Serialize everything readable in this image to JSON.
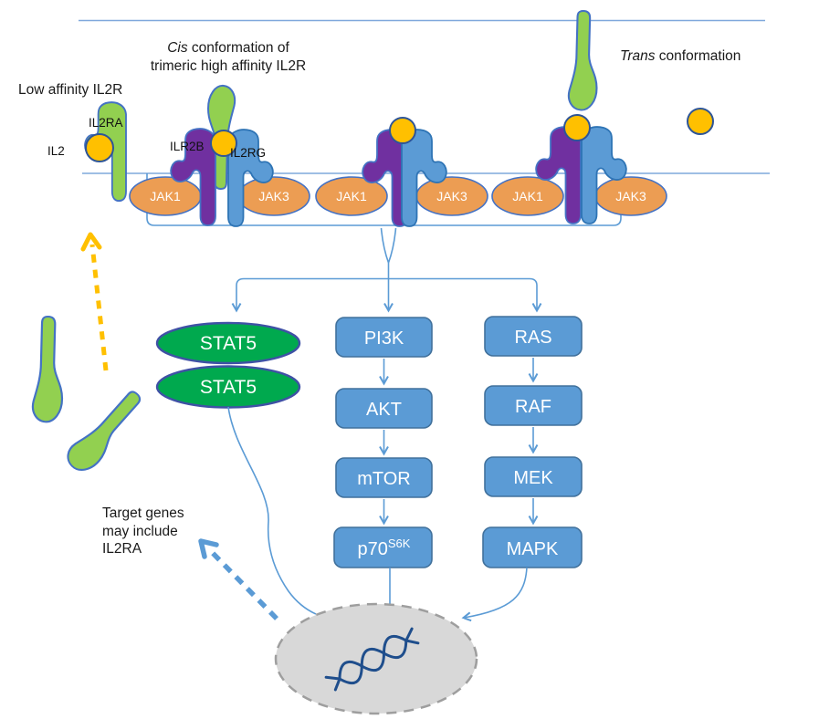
{
  "titles": {
    "low_affinity": "Low affinity IL2R",
    "cis_italic": "Cis",
    "cis_rest": " conformation of",
    "cis_line2": "trimeric high affinity IL2R",
    "trans_italic": "Trans",
    "trans_rest": " conformation"
  },
  "ligand": {
    "il2": "IL2"
  },
  "receptor_labels": {
    "il2ra": "IL2RA",
    "ilr2b": "ILR2B",
    "il2rg": "IL2RG"
  },
  "kinases": {
    "jaks": [
      "JAK1",
      "JAK3",
      "JAK1",
      "JAK3",
      "JAK1",
      "JAK3"
    ]
  },
  "stat": {
    "stat5_top": "STAT5",
    "stat5_bottom": "STAT5"
  },
  "pi3k": {
    "pi3k": "PI3K",
    "akt": "AKT",
    "mtor": "mTOR",
    "p70_base": "p70",
    "p70_sup": "S6K"
  },
  "mapk": {
    "ras": "RAS",
    "raf": "RAF",
    "mek": "MEK",
    "mapk": "MAPK"
  },
  "nucleus_note": {
    "line1": "Target genes",
    "line2": "may include",
    "line3": "IL2RA"
  },
  "colors": {
    "receptor_green": "#92D050",
    "receptor_purple": "#7030A0",
    "receptor_blue": "#5B9BD5",
    "jak_orange": "#EC9D53",
    "stat5_green": "#00A94E",
    "cascade_box_blue": "#5B9BD5",
    "ligand_yellow": "#FFC000",
    "nucleus_gray": "#D8D8D8",
    "dna_navy": "#1F4E8C",
    "line_blue": "#5B9BD5"
  }
}
